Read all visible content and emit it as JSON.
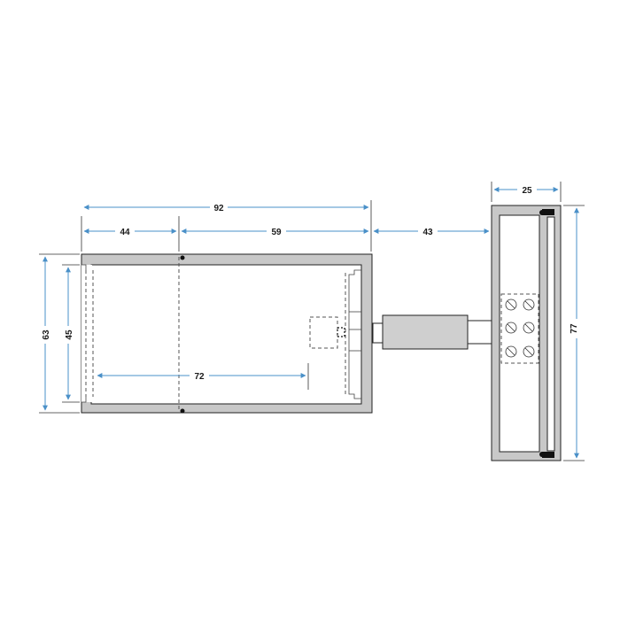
{
  "dimensions": {
    "overall_width": "92",
    "left_section": "44",
    "right_section": "59",
    "gap": "43",
    "outer_height": "63",
    "inner_height": "45",
    "inner_length": "72",
    "panel_width": "25",
    "panel_height": "77"
  },
  "colors": {
    "dimension_line": "#4a90c8",
    "frame_fill": "#c8c8c8",
    "outline": "#222222"
  }
}
